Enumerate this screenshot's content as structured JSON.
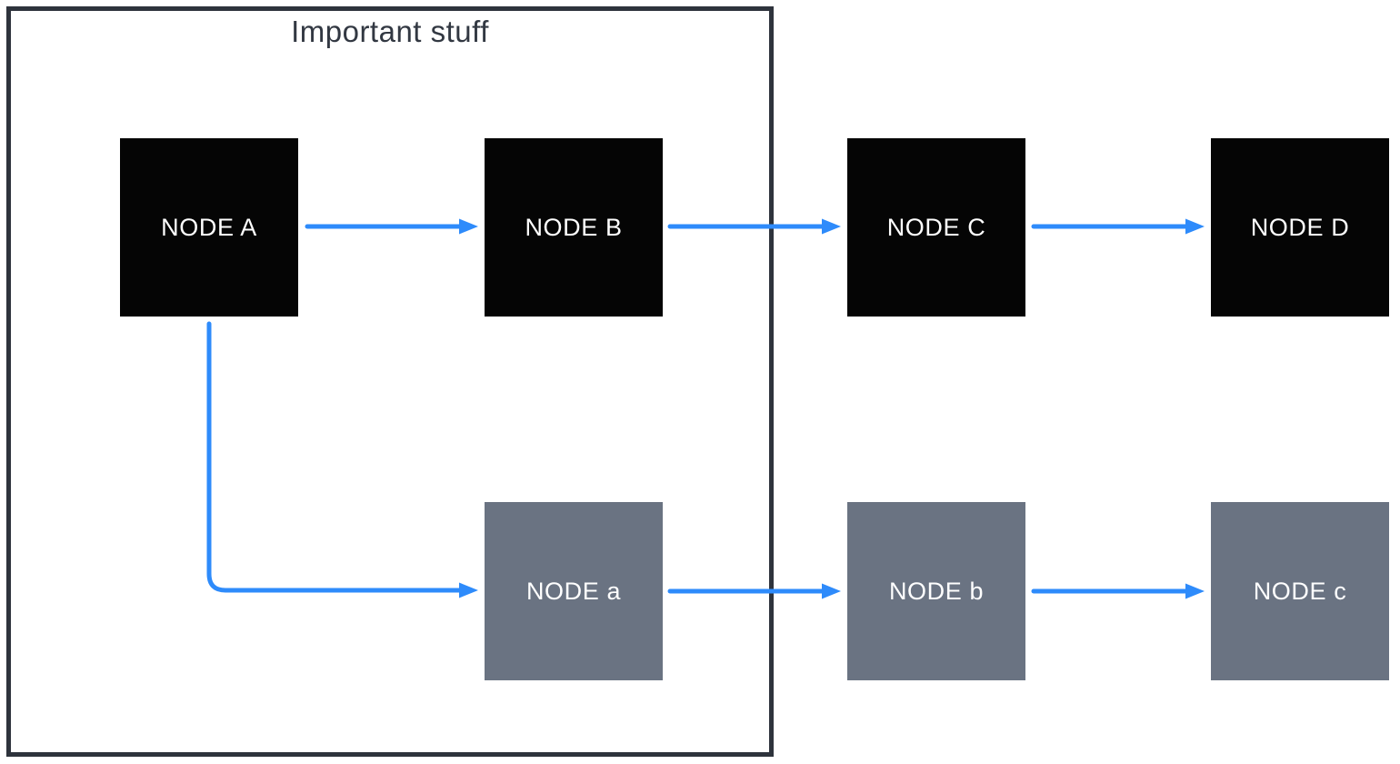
{
  "diagram": {
    "group": {
      "label": "Important stuff",
      "members": [
        "NODE A",
        "NODE B",
        "NODE a"
      ]
    },
    "nodes": [
      {
        "id": "A",
        "label": "NODE A",
        "variant": "black"
      },
      {
        "id": "B",
        "label": "NODE B",
        "variant": "black"
      },
      {
        "id": "C",
        "label": "NODE C",
        "variant": "black"
      },
      {
        "id": "D",
        "label": "NODE D",
        "variant": "black"
      },
      {
        "id": "a",
        "label": "NODE a",
        "variant": "gray"
      },
      {
        "id": "b",
        "label": "NODE b",
        "variant": "gray"
      },
      {
        "id": "c",
        "label": "NODE c",
        "variant": "gray"
      }
    ],
    "edges": [
      {
        "from": "NODE A",
        "to": "NODE B"
      },
      {
        "from": "NODE B",
        "to": "NODE C"
      },
      {
        "from": "NODE C",
        "to": "NODE D"
      },
      {
        "from": "NODE A",
        "to": "NODE a"
      },
      {
        "from": "NODE a",
        "to": "NODE b"
      },
      {
        "from": "NODE b",
        "to": "NODE c"
      }
    ],
    "colors": {
      "arrow": "#2E8BFB",
      "black_node": "#050505",
      "gray_node": "#6A7382",
      "node_text": "#FFFFFF",
      "group_border": "#2E333C",
      "title_text": "#323842",
      "bg": "#FFFFFF"
    }
  }
}
